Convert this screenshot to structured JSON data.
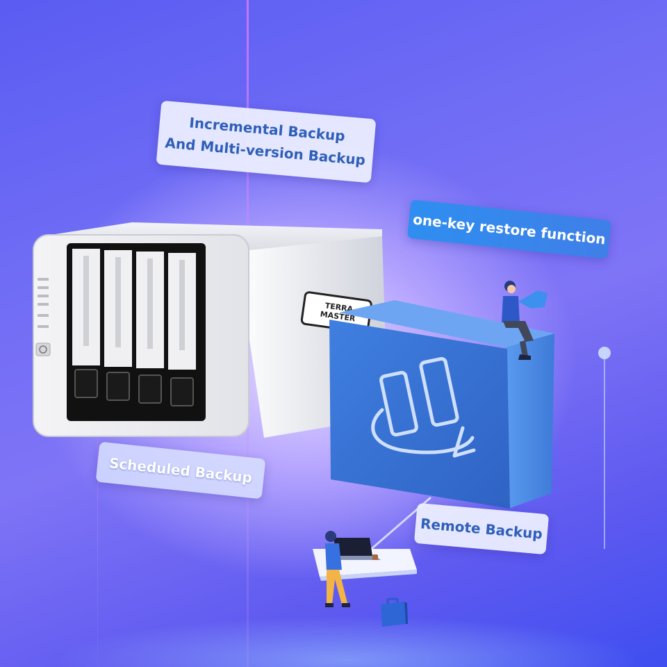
{
  "labels": {
    "incremental_line1": "Incremental Backup",
    "incremental_line2": "And Multi-version Backup",
    "one_key_restore": "one-key restore function",
    "scheduled": "Scheduled Backup",
    "remote": "Remote Backup"
  },
  "device": {
    "brand": "TERRA MASTER"
  },
  "colors": {
    "label_text": "#2f5fb8",
    "blue_label": "#2f8ef0",
    "backup_box": "#3b78d8",
    "background": "#6f6cf5"
  },
  "icons": [
    "backup-sync-icon",
    "power-icon",
    "briefcase-icon",
    "laptop-icon",
    "coffee-cup-icon"
  ]
}
